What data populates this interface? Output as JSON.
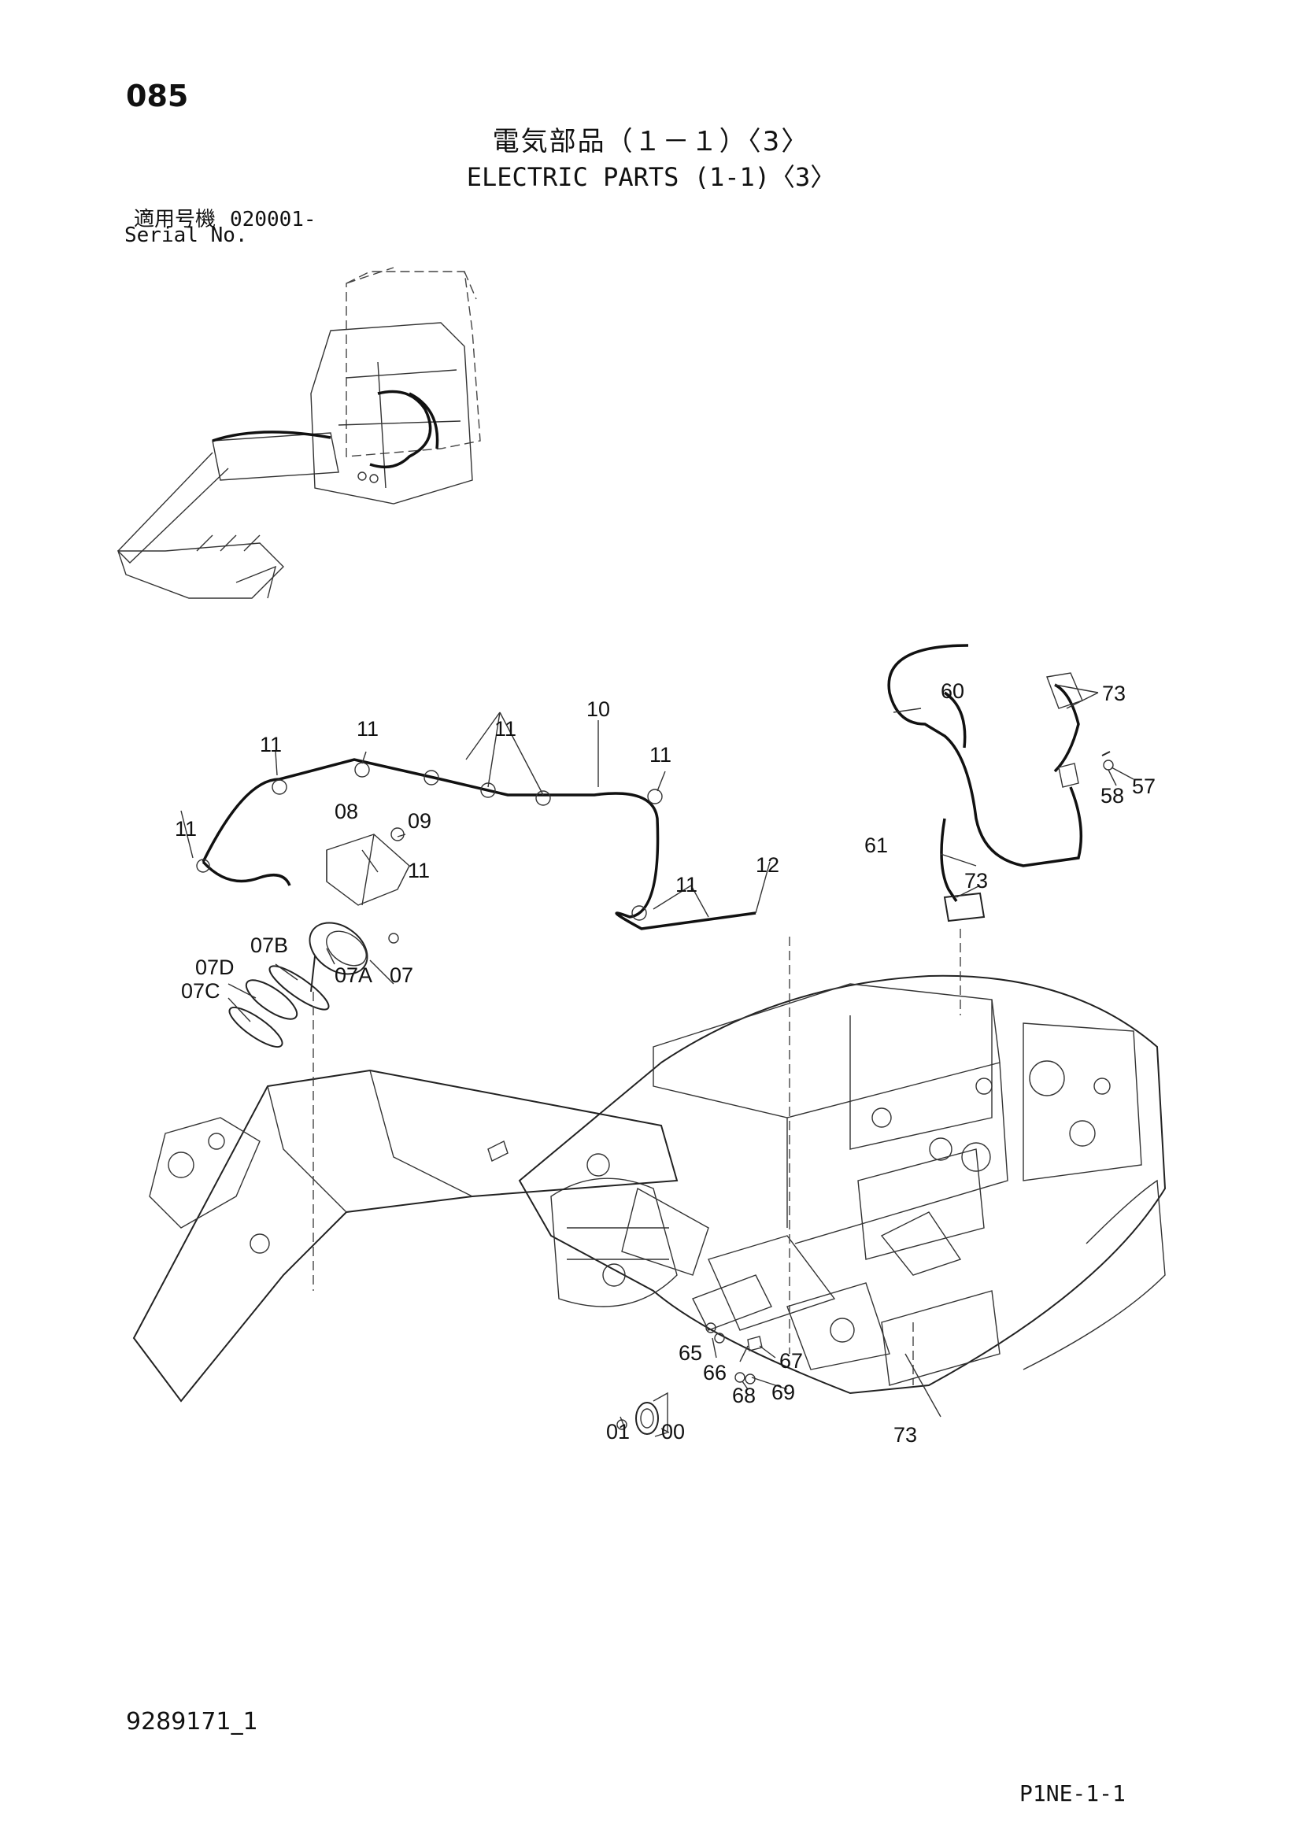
{
  "header": {
    "page_number": "085",
    "title_jp": "電気部品（１－１）〈3〉",
    "title_en": "ELECTRIC PARTS (1-1)〈3〉",
    "serial_label_jp": "適用号機",
    "serial_value": "020001-",
    "serial_label_en": "Serial No."
  },
  "callouts": [
    "00",
    "01",
    "07",
    "07A",
    "07B",
    "07C",
    "07D",
    "08",
    "09",
    "10",
    "11",
    "12",
    "57",
    "58",
    "60",
    "61",
    "65",
    "66",
    "67",
    "68",
    "69",
    "73"
  ],
  "footer": {
    "document_number": "9289171_1",
    "page_code": "P1NE-1-1"
  }
}
